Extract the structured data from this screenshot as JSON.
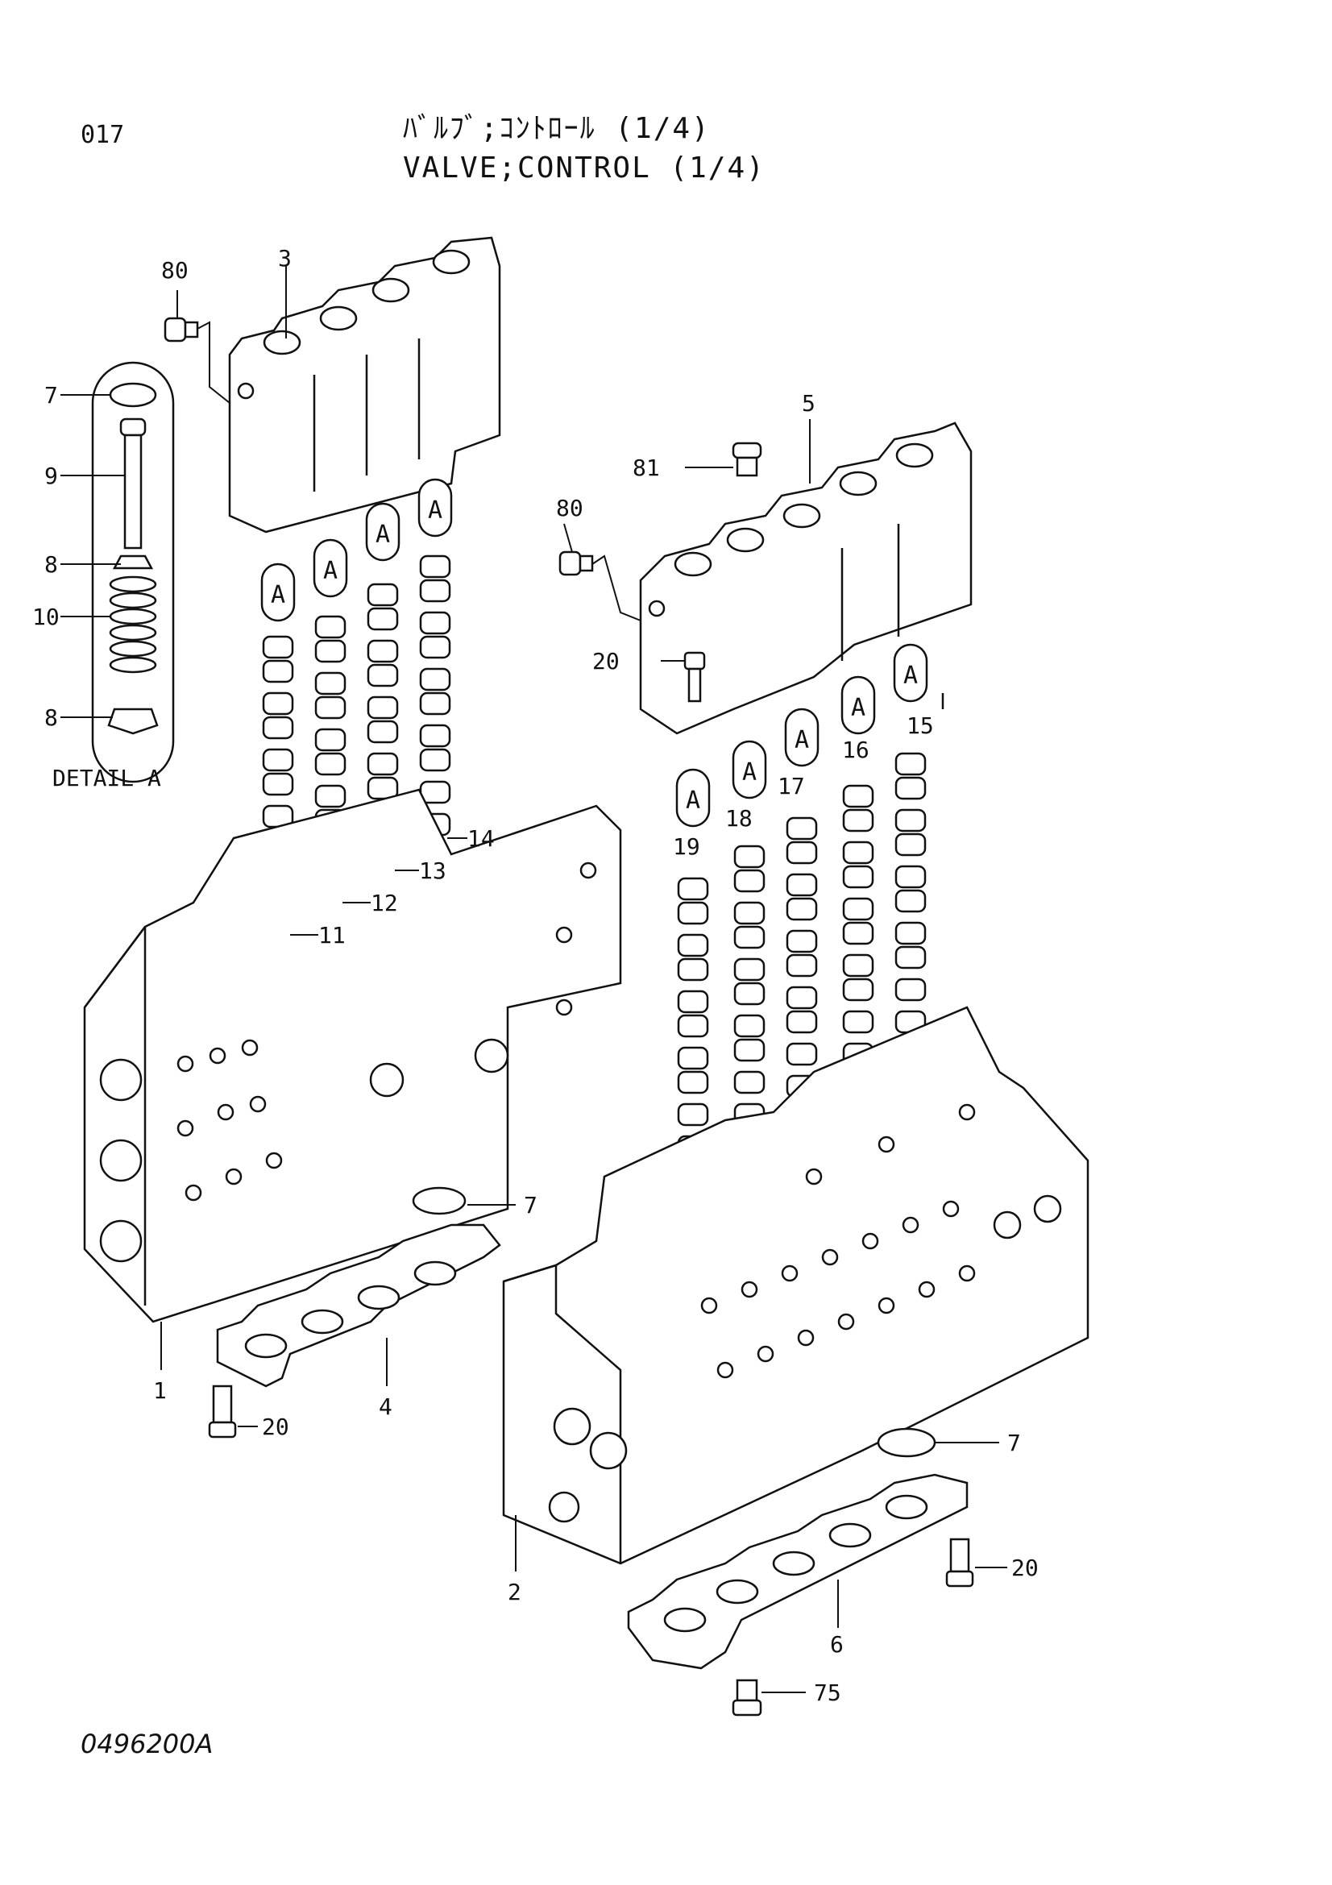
{
  "page_number": "017",
  "title_japanese": "ﾊﾞﾙﾌﾞ;ｺﾝﾄﾛｰﾙ (1/4)",
  "title_english": "VALVE;CONTROL (1/4)",
  "detail_label": "DETAIL A",
  "detail_marker": "A",
  "drawing_code": "0496200A",
  "callouts": {
    "c1": "1",
    "c2": "2",
    "c3": "3",
    "c4": "4",
    "c5": "5",
    "c6": "6",
    "c7_detail": "7",
    "c7_left": "7",
    "c7_right": "7",
    "c8_upper": "8",
    "c8_lower": "8",
    "c9": "9",
    "c10": "10",
    "c11": "11",
    "c12": "12",
    "c13": "13",
    "c14": "14",
    "c15": "15",
    "c16": "16",
    "c17": "17",
    "c18": "18",
    "c19": "19",
    "c20_center": "20",
    "c20_left": "20",
    "c20_right": "20",
    "c75": "75",
    "c80_left": "80",
    "c80_right": "80",
    "c81": "81"
  }
}
